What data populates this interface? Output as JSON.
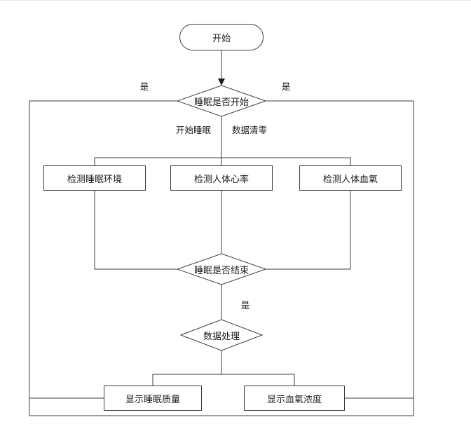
{
  "flowchart": {
    "nodes": {
      "start": {
        "label": "开始",
        "shape": "rounded"
      },
      "sleep_start_decision": {
        "label": "睡眠是否开始",
        "shape": "diamond"
      },
      "detect_environment": {
        "label": "检测睡眠环境",
        "shape": "rect"
      },
      "detect_heart_rate": {
        "label": "检测人体心率",
        "shape": "rect"
      },
      "detect_blood_oxygen": {
        "label": "检测人体血氧",
        "shape": "rect"
      },
      "sleep_end_decision": {
        "label": "睡眠是否结束",
        "shape": "diamond"
      },
      "data_processing": {
        "label": "数据处理",
        "shape": "diamond"
      },
      "display_sleep_quality": {
        "label": "显示睡眠质量",
        "shape": "rect"
      },
      "display_blood_oxygen": {
        "label": "显示血氧浓度",
        "shape": "rect"
      }
    },
    "edge_labels": {
      "yes_left": "是",
      "yes_right": "是",
      "start_sleep": "开始睡眠",
      "data_reset": "数据清零",
      "yes_bottom": "是"
    },
    "colors": {
      "background": "#ffffff",
      "line": "#3d3d3d",
      "node_border": "#3d3d3d",
      "node_fill": "#ffffff",
      "text": "#1a1a1a"
    }
  }
}
